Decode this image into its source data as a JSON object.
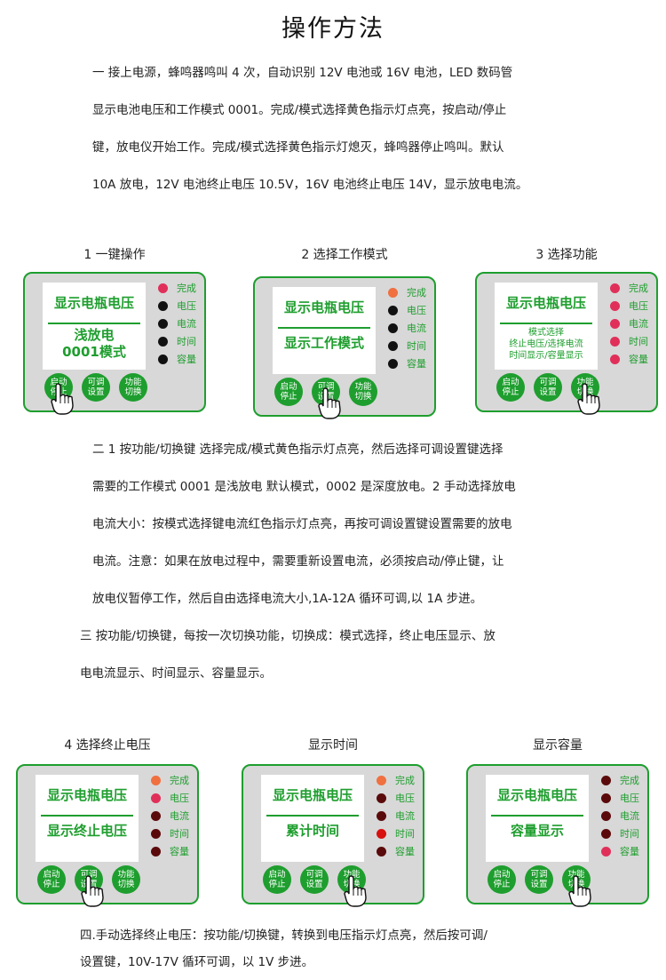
{
  "title": "操作方法",
  "para1": [
    "一  接上电源，蜂鸣器鸣叫 4 次，自动识别 12V 电池或 16V 电池，LED 数码管",
    "显示电池电压和工作模式 0001。完成/模式选择黄色指示灯点亮，按启动/停止",
    "键，放电仪开始工作。完成/模式选择黄色指示灯熄灭，蜂鸣器停止鸣叫。默认",
    "10A 放电，12V 电池终止电压 10.5V，16V 电池终止电压 14V，显示放电电流。"
  ],
  "para2": [
    "二  1 按功能/切换键  选择完成/模式黄色指示灯点亮，然后选择可调设置键选择",
    "需要的工作模式 0001 是浅放电  默认模式，0002 是深度放电。2 手动选择放电",
    "电流大小：按模式选择键电流红色指示灯点亮，再按可调设置键设置需要的放电",
    "电流。注意：如果在放电过程中，需要重新设置电流，必须按启动/停止键，让",
    "放电仪暂停工作，然后自由选择电流大小,1A-12A 循环可调,以 1A 步进。"
  ],
  "para3": [
    "三  按功能/切换键，每按一次切换功能，切换成：模式选择，终止电压显示、放",
    "电电流显示、时间显示、容量显示。"
  ],
  "para4": [
    "四.手动选择终止电压：按功能/切换键，转换到电压指示灯点亮，然后按可调/",
    "设置键，10V-17V 循环可调，以 1V 步进。"
  ],
  "led_labels": [
    "完成",
    "电压",
    "电流",
    "时间",
    "容量"
  ],
  "buttons": [
    [
      "启动",
      "停止"
    ],
    [
      "可调",
      "设置"
    ],
    [
      "功能",
      "切换"
    ]
  ],
  "colors": {
    "green": "#1e9e2e",
    "panel_bg": "#d8d8d8",
    "led_pink": "#e0305a",
    "led_black": "#111111",
    "led_orange": "#f07040",
    "led_darkred": "#5a0a0a",
    "led_red": "#d81010"
  },
  "panels": [
    {
      "caption": "1 一键操作",
      "line1": "显示电瓶电压",
      "line2": [
        "浅放电",
        "0001模式"
      ],
      "leds": [
        "led_pink",
        "led_black",
        "led_black",
        "led_black",
        "led_black"
      ],
      "pressed": 0
    },
    {
      "caption": "2 选择工作模式",
      "line1": "显示电瓶电压",
      "line2": [
        "显示工作模式"
      ],
      "leds": [
        "led_orange",
        "led_black",
        "led_black",
        "led_black",
        "led_black"
      ],
      "pressed": 1
    },
    {
      "caption": "3  选择功能",
      "line1": "显示电瓶电压",
      "line2": [
        "模式选择",
        "终止电压/选择电流",
        "时间显示/容量显示"
      ],
      "leds": [
        "led_pink",
        "led_pink",
        "led_pink",
        "led_pink",
        "led_pink"
      ],
      "pressed": 2
    },
    {
      "caption": "4 选择终止电压",
      "line1": "显示电瓶电压",
      "line2": [
        "显示终止电压"
      ],
      "leds": [
        "led_orange",
        "led_pink",
        "led_darkred",
        "led_darkred",
        "led_darkred"
      ],
      "pressed": 1
    },
    {
      "caption": "显示时间",
      "line1": "显示电瓶电压",
      "line2": [
        "累计时间"
      ],
      "leds": [
        "led_orange",
        "led_darkred",
        "led_darkred",
        "led_red",
        "led_darkred"
      ],
      "pressed": 2
    },
    {
      "caption": "显示容量",
      "line1": "显示电瓶电压",
      "line2": [
        "容量显示"
      ],
      "leds": [
        "led_darkred",
        "led_darkred",
        "led_darkred",
        "led_darkred",
        "led_pink"
      ],
      "pressed": 2
    }
  ]
}
